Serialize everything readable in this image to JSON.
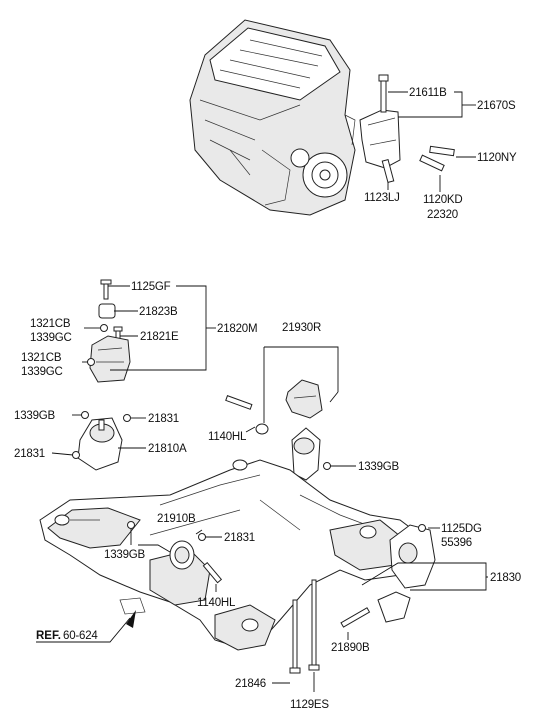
{
  "labels": {
    "p21611B": "21611B",
    "p21670S": "21670S",
    "p1120NY": "1120NY",
    "p1123LJ": "1123LJ",
    "p1120KD": "1120KD",
    "p22320": "22320",
    "p1125GF": "1125GF",
    "p21823B": "21823B",
    "p1321CB_a": "1321CB",
    "p1339GC_a": "1339GC",
    "p21821E": "21821E",
    "p21820M": "21820M",
    "p1321CB_b": "1321CB",
    "p1339GC_b": "1339GC",
    "p21930R": "21930R",
    "p1339GB_a": "1339GB",
    "p21831_a": "21831",
    "p21831_b": "21831",
    "p21810A": "21810A",
    "p1140HL_a": "1140HL",
    "p1339GB_b": "1339GB",
    "p21910B": "21910B",
    "p1339GB_c": "1339GB",
    "p21831_c": "21831",
    "p1125DG": "1125DG",
    "p55396": "55396",
    "p21830": "21830",
    "p1140HL_b": "1140HL",
    "ref_prefix": "REF.",
    "ref_number": "60-624",
    "p21890B": "21890B",
    "p21846": "21846",
    "p1129ES": "1129ES"
  }
}
